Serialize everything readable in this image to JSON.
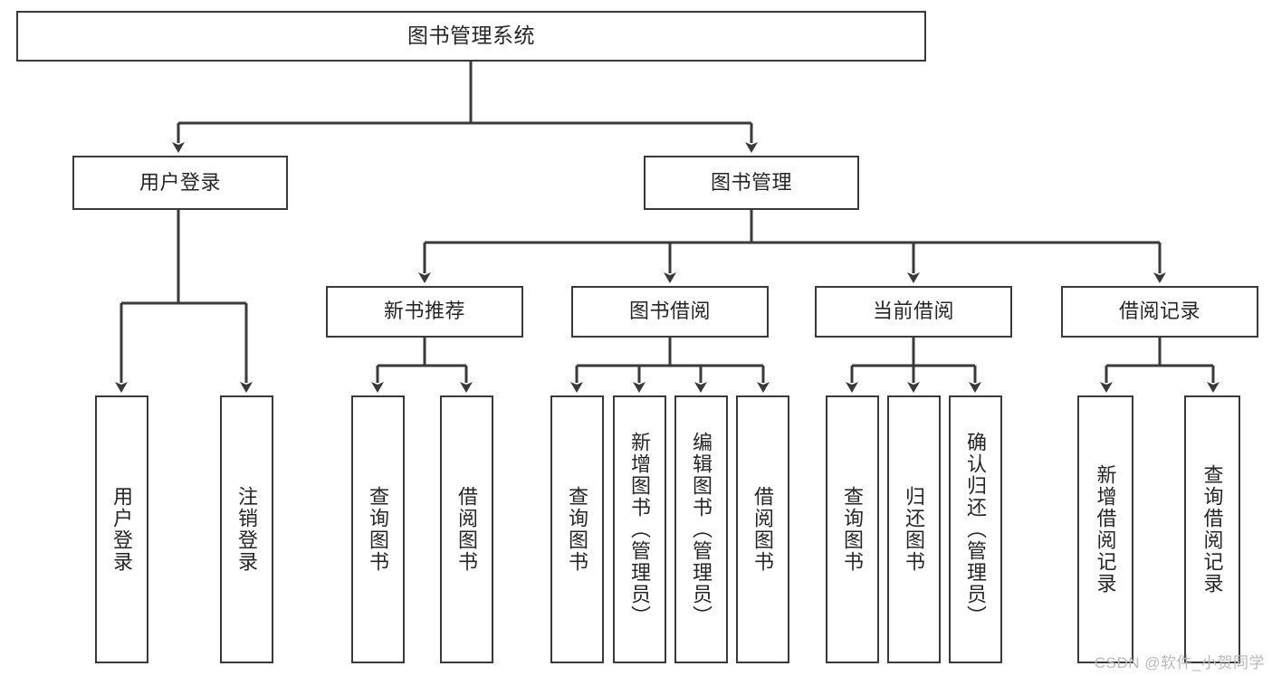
{
  "diagram": {
    "title": "图书管理系统",
    "type": "tree",
    "colors": {
      "box_border": "#3a3a3a",
      "box_fill": "#ffffff",
      "line": "#3a3a3a",
      "text": "#262626",
      "watermark": "#b9b9b9"
    },
    "root": {
      "label": "图书管理系统"
    },
    "level2": [
      {
        "id": "user-login",
        "label": "用户登录"
      },
      {
        "id": "book-manage",
        "label": "图书管理"
      }
    ],
    "level3": [
      {
        "id": "new-book-recommend",
        "label": "新书推荐",
        "parent": "book-manage"
      },
      {
        "id": "book-borrow",
        "label": "图书借阅",
        "parent": "book-manage"
      },
      {
        "id": "current-borrow",
        "label": "当前借阅",
        "parent": "book-manage"
      },
      {
        "id": "borrow-record",
        "label": "借阅记录",
        "parent": "book-manage"
      }
    ],
    "leaves": [
      {
        "id": "leaf-user-login",
        "label": "用户登录",
        "parent": "user-login"
      },
      {
        "id": "leaf-user-logout",
        "label": "注销登录",
        "parent": "user-login"
      },
      {
        "id": "leaf-query-book-1",
        "label": "查询图书",
        "parent": "new-book-recommend"
      },
      {
        "id": "leaf-borrow-book-1",
        "label": "借阅图书",
        "parent": "new-book-recommend"
      },
      {
        "id": "leaf-query-book-2",
        "label": "查询图书",
        "parent": "book-borrow"
      },
      {
        "id": "leaf-add-book",
        "label": "新增图书（管理员）",
        "parent": "book-borrow"
      },
      {
        "id": "leaf-edit-book",
        "label": "编辑图书（管理员）",
        "parent": "book-borrow"
      },
      {
        "id": "leaf-borrow-book-2",
        "label": "借阅图书",
        "parent": "book-borrow"
      },
      {
        "id": "leaf-query-book-3",
        "label": "查询图书",
        "parent": "current-borrow"
      },
      {
        "id": "leaf-return-book",
        "label": "归还图书",
        "parent": "current-borrow"
      },
      {
        "id": "leaf-confirm-return",
        "label": "确认归还（管理员）",
        "parent": "current-borrow"
      },
      {
        "id": "leaf-add-record",
        "label": "新增借阅记录",
        "parent": "borrow-record"
      },
      {
        "id": "leaf-query-record",
        "label": "查询借阅记录",
        "parent": "borrow-record"
      }
    ],
    "watermark": "CSDN @软件_小贺同学"
  }
}
